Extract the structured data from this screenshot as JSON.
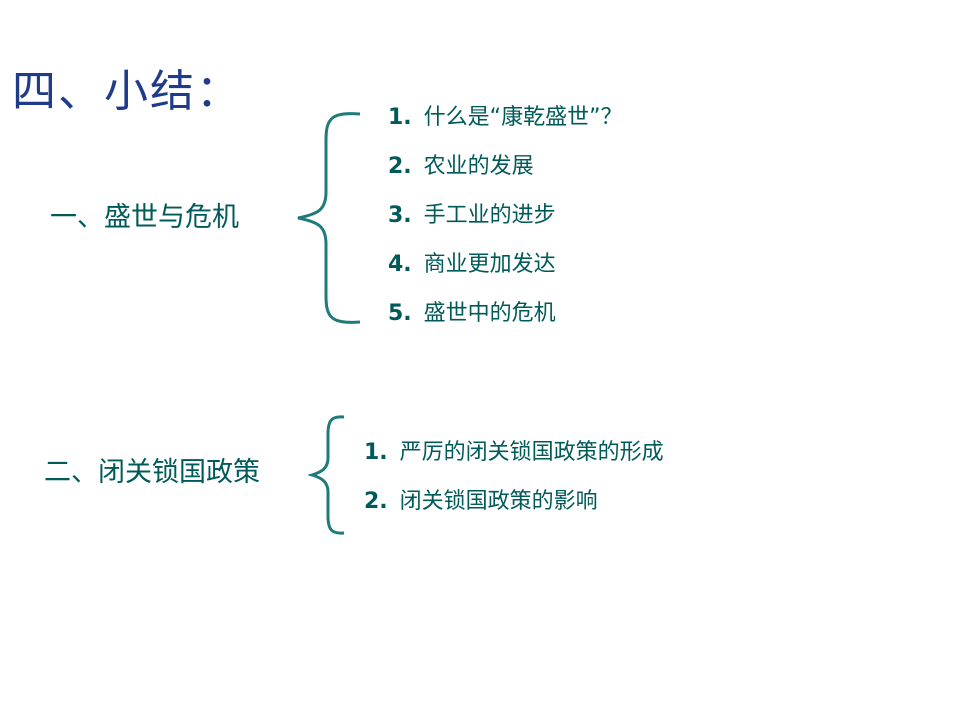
{
  "slide": {
    "title": "四、小结：",
    "sections": [
      {
        "heading": "一、盛世与危机",
        "items": [
          {
            "num": "1.",
            "text": "什么是“康乾盛世”？"
          },
          {
            "num": "2.",
            "text": "农业的发展"
          },
          {
            "num": "3.",
            "text": "手工业的进步"
          },
          {
            "num": "4.",
            "text": "商业更加发达"
          },
          {
            "num": "5.",
            "text": "盛世中的危机"
          }
        ]
      },
      {
        "heading": "二、闭关锁国政策",
        "items": [
          {
            "num": "1.",
            "text": "严厉的闭关锁国政策的形成"
          },
          {
            "num": "2.",
            "text": "闭关锁国政策的影响"
          }
        ]
      }
    ],
    "colors": {
      "title": "#1f3c8a",
      "text": "#005a5a",
      "brace": "#1f7a7a"
    }
  }
}
